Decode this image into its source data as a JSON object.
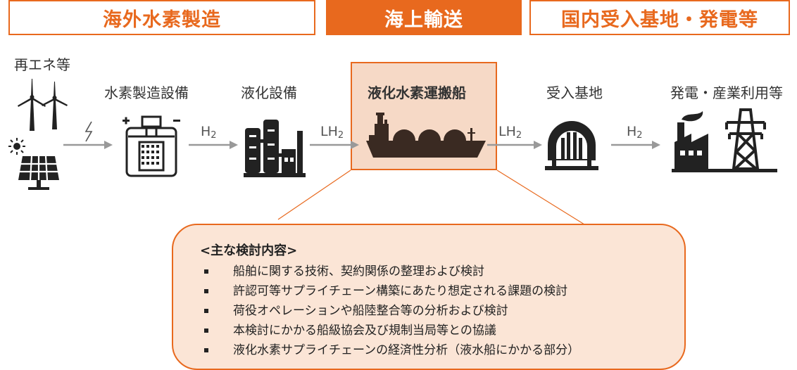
{
  "headers": {
    "overseas": "海外水素製造",
    "marine": "海上輸送",
    "domestic": "国内受入基地・発電等"
  },
  "stages": {
    "renewables": "再エネ等",
    "production": "水素製造設備",
    "liquefaction": "液化設備",
    "carrier": "液化水素運搬船",
    "terminal": "受入基地",
    "power": "発電・産業利用等"
  },
  "flows": {
    "h2_a": "H",
    "h2_a_sub": "2",
    "lh2_a": "LH",
    "lh2_a_sub": "2",
    "lh2_b": "LH",
    "lh2_b_sub": "2",
    "h2_b": "H",
    "h2_b_sub": "2"
  },
  "note": {
    "title": "<主な検討内容>",
    "items": [
      "船舶に関する技術、契約関係の整理および検討",
      "許認可等サプライチェーン構築にあたり想定される課題の検討",
      "荷役オペレーションや船陸整合等の分析および検討",
      "本検討にかかる船級協会及び規制当局等との協議",
      "液化水素サプライチェーンの経済性分析（液水船にかかる部分）"
    ]
  },
  "colors": {
    "accent": "#e8691e",
    "highlight_fill": "#f6d9c6",
    "note_fill": "#fbe5d6",
    "icon": "#222222",
    "ship_icon": "#3a2a22",
    "arrow": "#999999"
  },
  "icons": [
    "wind-turbine-icon",
    "solar-panel-icon",
    "lightning-icon",
    "electrolyzer-icon",
    "liquefaction-plant-icon",
    "lh2-carrier-ship-icon",
    "storage-tank-icon",
    "power-plant-icon"
  ]
}
